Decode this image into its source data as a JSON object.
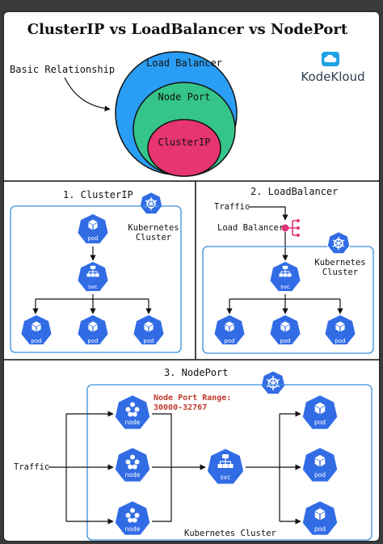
{
  "title": "ClusterIP vs LoadBalancer vs NodePort",
  "colors": {
    "outer_circle": "#2a9df4",
    "middle_circle": "#35c48a",
    "inner_circle": "#e6356f",
    "k8s_blue": "#326ce5",
    "cluster_border": "#3b8fd9",
    "range_text": "#c0392b",
    "lb_icon": "#e0357b"
  },
  "brand": {
    "name": "KodeKloud",
    "icon": "cloud-icon"
  },
  "relationship": {
    "label": "Basic Relationship",
    "outer": "Load Balancer",
    "middle": "Node Port",
    "inner": "ClusterIP"
  },
  "clusterip": {
    "heading": "1. ClusterIP",
    "cluster_label_1": "Kubernetes",
    "cluster_label_2": "Cluster",
    "pod_label": "pod",
    "svc_label": "svc"
  },
  "loadbalancer": {
    "heading": "2. LoadBalancer",
    "traffic": "Traffic",
    "lb_label": "Load Balancer",
    "cluster_label_1": "Kubernetes",
    "cluster_label_2": "Cluster",
    "pod_label": "pod",
    "svc_label": "svc"
  },
  "nodeport": {
    "heading": "3. NodePort",
    "range_label": "Node Port Range:",
    "range_value": "30000-32767",
    "traffic": "Traffic",
    "cluster_label": "Kubernetes Cluster",
    "node_label": "node",
    "svc_label": "svc",
    "pod_label": "pod"
  }
}
